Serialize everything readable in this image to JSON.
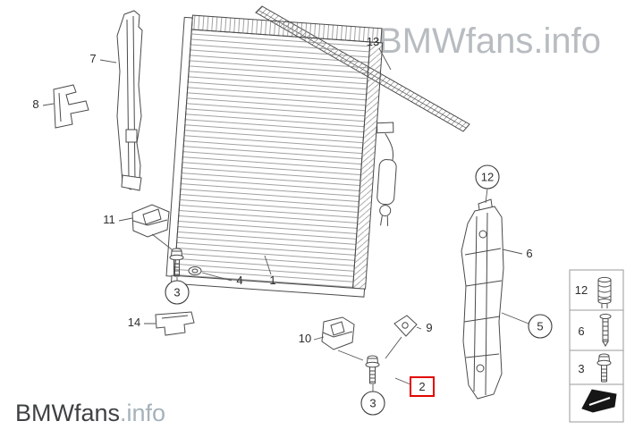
{
  "watermark": {
    "text": "BMWfans.info"
  },
  "logo": {
    "brand": "BMWfans",
    "suffix": ".info"
  },
  "highlight_color": "#e10600",
  "callouts": {
    "c1": {
      "label": "1"
    },
    "c2": {
      "label": "2"
    },
    "c3": {
      "label": "3"
    },
    "c4": {
      "label": "4"
    },
    "c5": {
      "label": "5"
    },
    "c6": {
      "label": "6"
    },
    "c7": {
      "label": "7"
    },
    "c8": {
      "label": "8"
    },
    "c9": {
      "label": "9"
    },
    "c10": {
      "label": "10"
    },
    "c11": {
      "label": "11"
    },
    "c12": {
      "label": "12"
    },
    "c13": {
      "label": "13"
    },
    "c14": {
      "label": "14"
    }
  },
  "legend": {
    "rows": [
      {
        "label": "12",
        "icon": "rubber-mount-icon"
      },
      {
        "label": "6",
        "icon": "screw-icon"
      },
      {
        "label": "3",
        "icon": "bolt-icon"
      },
      {
        "label": "",
        "icon": "clip-arrow-icon"
      }
    ]
  }
}
